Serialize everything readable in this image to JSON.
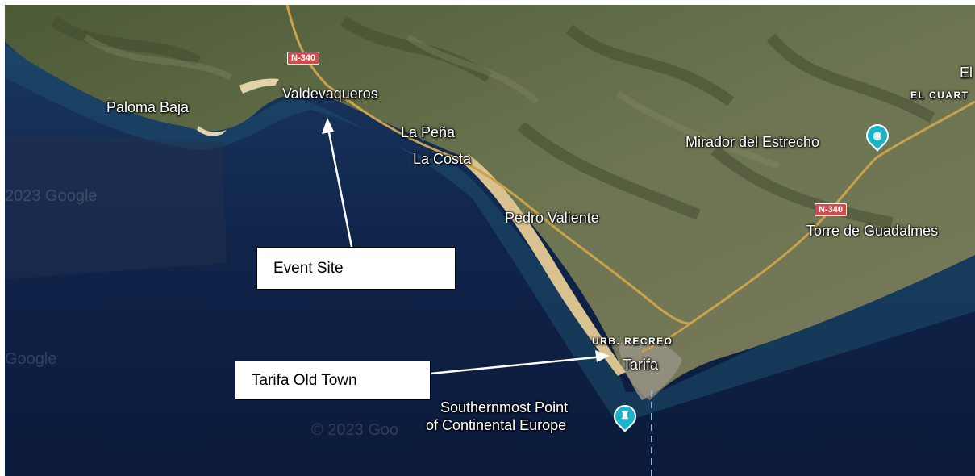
{
  "map": {
    "roads": {
      "n340_upper": "N-340",
      "n340_right": "N-340"
    },
    "places": {
      "paloma_baja": "Paloma Baja",
      "valdevaqueros": "Valdevaqueros",
      "la_pena": "La Peña",
      "la_costa": "La Costa",
      "pedro_valiente": "Pedro Valiente",
      "mirador": "Mirador del Estrecho",
      "torre": "Torre de Guadalmes",
      "tarifa": "Tarifa",
      "el": "El",
      "el_cuart": "EL CUART",
      "urb_recreo": "URB. RECREO",
      "southernmost_line1": "Southernmost Point",
      "southernmost_line2": "of Continental Europe"
    },
    "watermarks": [
      "2023 Google",
      "Google",
      "© 2023 Goo"
    ],
    "icons": {
      "camera": "camera-icon",
      "tower": "tower-icon"
    }
  },
  "callouts": {
    "event_site": "Event Site",
    "tarifa_old_town": "Tarifa Old Town"
  },
  "colors": {
    "sea": "#10244a",
    "land": "#5e6a44",
    "beach": "#d9c28f",
    "road": "#c9a24b",
    "shield": "#d6494a",
    "pin": "#1bb3c9"
  }
}
